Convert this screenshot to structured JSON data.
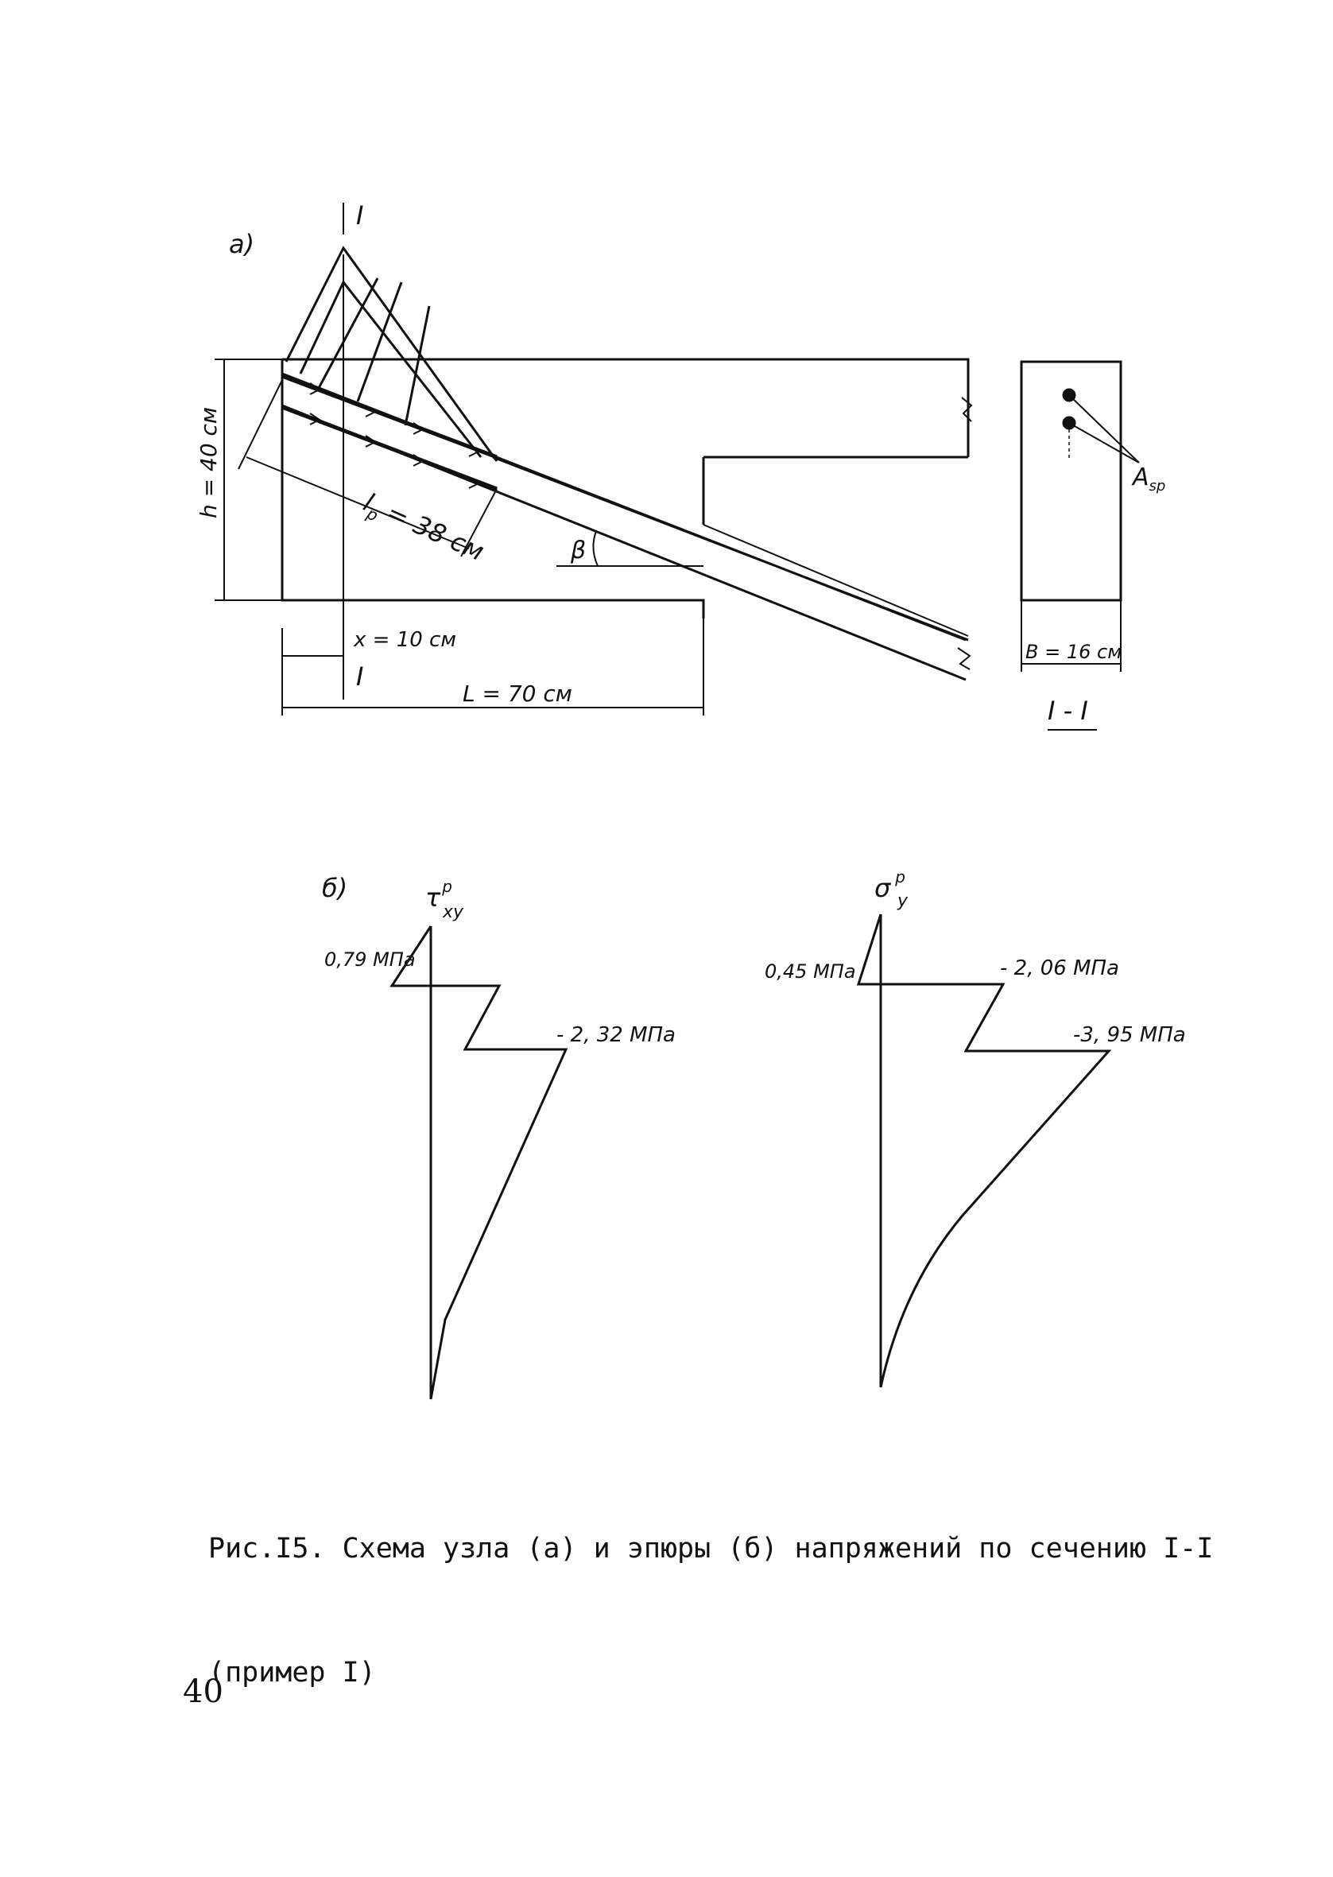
{
  "figure_a": {
    "panel_label": "а)",
    "section_mark_top": "I",
    "section_mark_bottom": "I",
    "dim_h": "h = 40 см",
    "dim_lp": "l",
    "dim_lp_sub": "р",
    "dim_lp_value": " = 38 см",
    "dim_x": "x = 10 см",
    "dim_L": "L = 70 см",
    "angle": "β",
    "section_view": {
      "rebar_label": "A",
      "rebar_sub": "sp",
      "width_label": "B = 16 см",
      "title": "I - I"
    }
  },
  "figure_b": {
    "panel_label": "б)",
    "tau": {
      "symbol": "τ",
      "sup": "р",
      "sub": "xy",
      "label_top": "0,79 МПа",
      "label_right": "- 2, 32 МПа"
    },
    "sigma": {
      "symbol": "σ",
      "sup": "р",
      "sub": "y",
      "label_top": "0,45 МПа",
      "label_step": "- 2, 06 МПа",
      "label_right": "-3, 95 МПа"
    }
  },
  "caption": {
    "line1": "Рис.I5. Схема узла (а) и эпюры (б) напряжений по сечению I-I",
    "line2": "(пример I)"
  },
  "page_number": "40"
}
